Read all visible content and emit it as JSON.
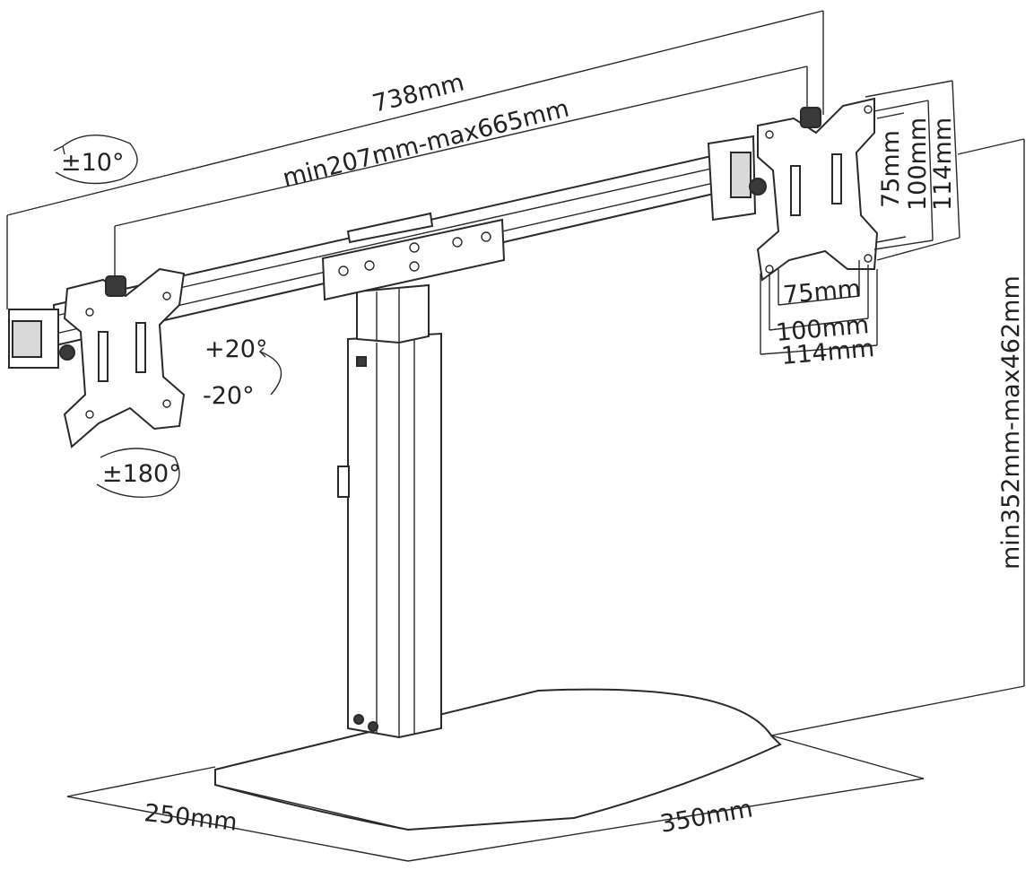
{
  "diagram": {
    "labels": {
      "total_width": "738mm",
      "arm_span": "min207mm-max665mm",
      "swivel": "±10°",
      "tilt_up": "+20°",
      "tilt_down": "-20°",
      "rotation": "±180°",
      "vesa_75_v": "75mm",
      "vesa_100_v": "100mm",
      "vesa_114_v": "114mm",
      "vesa_75_h": "75mm",
      "vesa_100_h": "100mm",
      "vesa_114_h": "114mm",
      "height": "min352mm-max462mm",
      "base_depth": "250mm",
      "base_width": "350mm"
    },
    "colors": {
      "line": "#2a2a2a",
      "background": "#ffffff"
    }
  }
}
